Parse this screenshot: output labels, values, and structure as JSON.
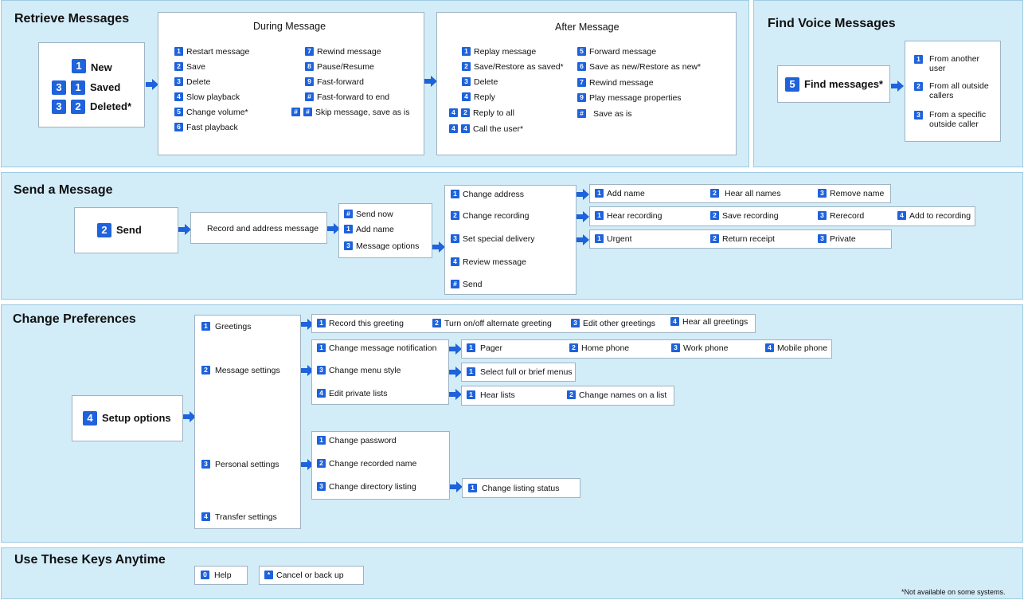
{
  "retrieve": {
    "title": "Retrieve Messages",
    "menu": [
      {
        "keys": [
          "1"
        ],
        "label": "New"
      },
      {
        "keys": [
          "3",
          "1"
        ],
        "label": "Saved"
      },
      {
        "keys": [
          "3",
          "2"
        ],
        "label": "Deleted*"
      }
    ],
    "during": {
      "title": "During Message",
      "items": [
        {
          "keys": [
            "1"
          ],
          "label": "Restart message"
        },
        {
          "keys": [
            "2"
          ],
          "label": "Save"
        },
        {
          "keys": [
            "3"
          ],
          "label": "Delete"
        },
        {
          "keys": [
            "4"
          ],
          "label": "Slow playback"
        },
        {
          "keys": [
            "5"
          ],
          "label": "Change volume*"
        },
        {
          "keys": [
            "6"
          ],
          "label": "Fast playback"
        },
        {
          "keys": [
            "7"
          ],
          "label": "Rewind message"
        },
        {
          "keys": [
            "8"
          ],
          "label": "Pause/Resume"
        },
        {
          "keys": [
            "9"
          ],
          "label": "Fast-forward"
        },
        {
          "keys": [
            "#"
          ],
          "label": "Fast-forward to end"
        },
        {
          "keys": [
            "#",
            "#"
          ],
          "label": "Skip message, save as is"
        }
      ]
    },
    "after": {
      "title": "After Message",
      "items": [
        {
          "keys": [
            "1"
          ],
          "label": "Replay message"
        },
        {
          "keys": [
            "2"
          ],
          "label": "Save/Restore as saved*"
        },
        {
          "keys": [
            "3"
          ],
          "label": "Delete"
        },
        {
          "keys": [
            "4"
          ],
          "label": "Reply"
        },
        {
          "keys": [
            "4",
            "2"
          ],
          "label": "Reply to all"
        },
        {
          "keys": [
            "4",
            "4"
          ],
          "label": "Call the user*"
        },
        {
          "keys": [
            "5"
          ],
          "label": "Forward message"
        },
        {
          "keys": [
            "6"
          ],
          "label": "Save as new/Restore as new*"
        },
        {
          "keys": [
            "7"
          ],
          "label": "Rewind message"
        },
        {
          "keys": [
            "9"
          ],
          "label": "Play message properties"
        },
        {
          "keys": [
            "#"
          ],
          "label": "Save as is"
        }
      ]
    }
  },
  "find": {
    "title": "Find Voice Messages",
    "main": {
      "keys": [
        "5"
      ],
      "label": "Find messages*"
    },
    "items": [
      {
        "keys": [
          "1"
        ],
        "label": "From another user"
      },
      {
        "keys": [
          "2"
        ],
        "label": "From all outside callers"
      },
      {
        "keys": [
          "3"
        ],
        "label": "From a specific outside caller"
      }
    ]
  },
  "send": {
    "title": "Send a Message",
    "main": {
      "keys": [
        "2"
      ],
      "label": "Send"
    },
    "record": "Record and address message",
    "options": [
      {
        "keys": [
          "#"
        ],
        "label": "Send now"
      },
      {
        "keys": [
          "1"
        ],
        "label": "Add name"
      },
      {
        "keys": [
          "3"
        ],
        "label": "Message options"
      }
    ],
    "msg_options": [
      {
        "keys": [
          "1"
        ],
        "label": "Change address"
      },
      {
        "keys": [
          "2"
        ],
        "label": "Change recording"
      },
      {
        "keys": [
          "3"
        ],
        "label": "Set special delivery"
      },
      {
        "keys": [
          "4"
        ],
        "label": "Review message"
      },
      {
        "keys": [
          "#"
        ],
        "label": "Send"
      }
    ],
    "address_items": [
      {
        "keys": [
          "1"
        ],
        "label": "Add name"
      },
      {
        "keys": [
          "2"
        ],
        "label": "Hear all names"
      },
      {
        "keys": [
          "3"
        ],
        "label": "Remove name"
      }
    ],
    "recording_items": [
      {
        "keys": [
          "1"
        ],
        "label": "Hear recording"
      },
      {
        "keys": [
          "2"
        ],
        "label": "Save recording"
      },
      {
        "keys": [
          "3"
        ],
        "label": "Rerecord"
      },
      {
        "keys": [
          "4"
        ],
        "label": "Add to recording"
      }
    ],
    "delivery_items": [
      {
        "keys": [
          "1"
        ],
        "label": "Urgent"
      },
      {
        "keys": [
          "2"
        ],
        "label": "Return receipt"
      },
      {
        "keys": [
          "3"
        ],
        "label": "Private"
      }
    ]
  },
  "prefs": {
    "title": "Change Preferences",
    "main": {
      "keys": [
        "4"
      ],
      "label": "Setup options"
    },
    "options": [
      {
        "keys": [
          "1"
        ],
        "label": "Greetings"
      },
      {
        "keys": [
          "2"
        ],
        "label": "Message settings"
      },
      {
        "keys": [
          "3"
        ],
        "label": "Personal settings"
      },
      {
        "keys": [
          "4"
        ],
        "label": "Transfer settings"
      }
    ],
    "greetings": [
      {
        "keys": [
          "1"
        ],
        "label": "Record this greeting"
      },
      {
        "keys": [
          "2"
        ],
        "label": "Turn on/off alternate greeting"
      },
      {
        "keys": [
          "3"
        ],
        "label": "Edit other greetings"
      },
      {
        "keys": [
          "4"
        ],
        "label": "Hear all greetings"
      }
    ],
    "message_settings": [
      {
        "keys": [
          "1"
        ],
        "label": "Change message notification"
      },
      {
        "keys": [
          "3"
        ],
        "label": "Change menu style"
      },
      {
        "keys": [
          "4"
        ],
        "label": "Edit private lists"
      }
    ],
    "notification": [
      {
        "keys": [
          "1"
        ],
        "label": "Pager"
      },
      {
        "keys": [
          "2"
        ],
        "label": "Home phone"
      },
      {
        "keys": [
          "3"
        ],
        "label": "Work phone"
      },
      {
        "keys": [
          "4"
        ],
        "label": "Mobile phone"
      }
    ],
    "menu_style": {
      "keys": [
        "1"
      ],
      "label": "Select full or brief menus"
    },
    "lists": [
      {
        "keys": [
          "1"
        ],
        "label": "Hear lists"
      },
      {
        "keys": [
          "2"
        ],
        "label": "Change names on a list"
      }
    ],
    "personal": [
      {
        "keys": [
          "1"
        ],
        "label": "Change password"
      },
      {
        "keys": [
          "2"
        ],
        "label": "Change recorded name"
      },
      {
        "keys": [
          "3"
        ],
        "label": "Change directory listing"
      }
    ],
    "listing": {
      "keys": [
        "1"
      ],
      "label": "Change listing status"
    }
  },
  "anytime": {
    "title": "Use These Keys Anytime",
    "items": [
      {
        "keys": [
          "0"
        ],
        "label": "Help"
      },
      {
        "keys": [
          "*"
        ],
        "label": "Cancel or back up"
      }
    ]
  },
  "footnote": "*Not available on some systems.",
  "colors": {
    "key": "#1e62dc",
    "panel": "#d2ecf8",
    "box_border": "#9fb3c4"
  }
}
